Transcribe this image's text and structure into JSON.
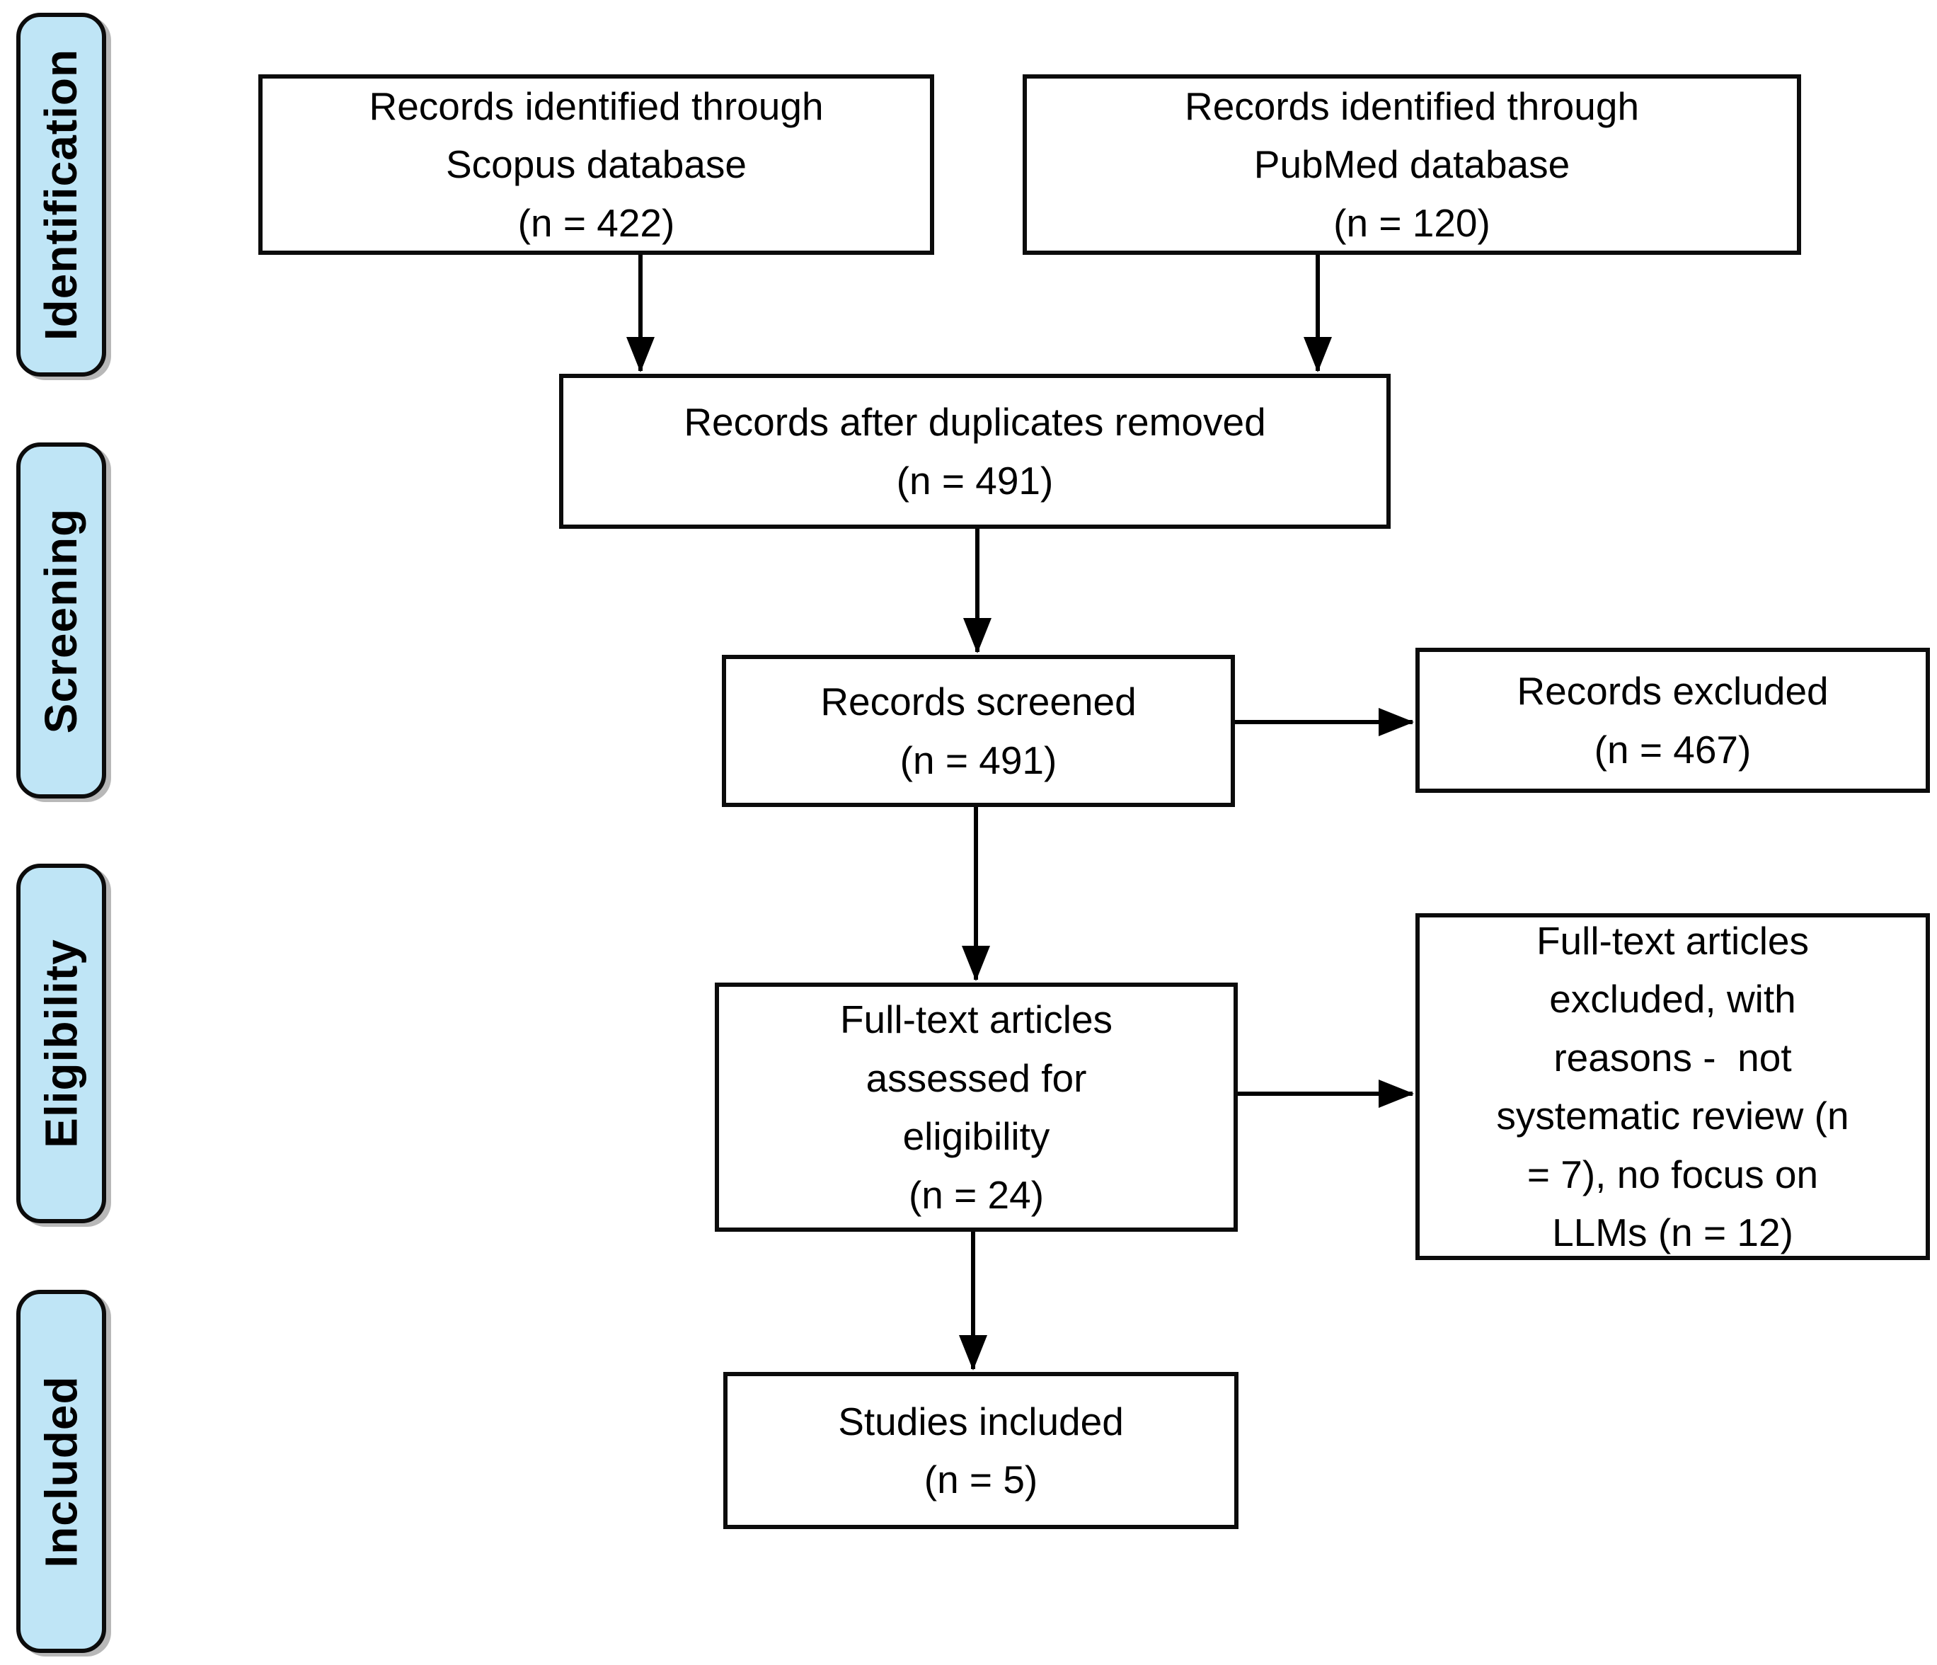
{
  "sidebar": {
    "stages": [
      {
        "label": "Identification"
      },
      {
        "label": "Screening"
      },
      {
        "label": "Eligibility"
      },
      {
        "label": "Included"
      }
    ]
  },
  "boxes": {
    "scopus": {
      "text": "Records identified through\nScopus database\n(n = 422)",
      "n": 422
    },
    "pubmed": {
      "text": "Records identified through\nPubMed database\n(n = 120)",
      "n": 120
    },
    "duplicates_removed": {
      "text": "Records after duplicates removed\n(n = 491)",
      "n": 491
    },
    "records_screened": {
      "text": "Records screened\n(n = 491)",
      "n": 491
    },
    "records_excluded": {
      "text": "Records excluded\n(n = 467)",
      "n": 467
    },
    "fulltext_assessed": {
      "text": "Full-text articles\nassessed for\neligibility\n(n = 24)",
      "n": 24
    },
    "fulltext_excluded": {
      "text": "Full-text articles\nexcluded, with\nreasons -  not\nsystematic review (n\n= 7), no focus on\nLLMs (n = 12)",
      "n_not_systematic_review": 7,
      "n_no_focus_on_llms": 12
    },
    "studies_included": {
      "text": "Studies included\n(n = 5)",
      "n": 5
    }
  },
  "colors": {
    "stage_fill": "#bfe5f6",
    "line_color": "#0c0c0c",
    "arrow_color": "#000000"
  }
}
